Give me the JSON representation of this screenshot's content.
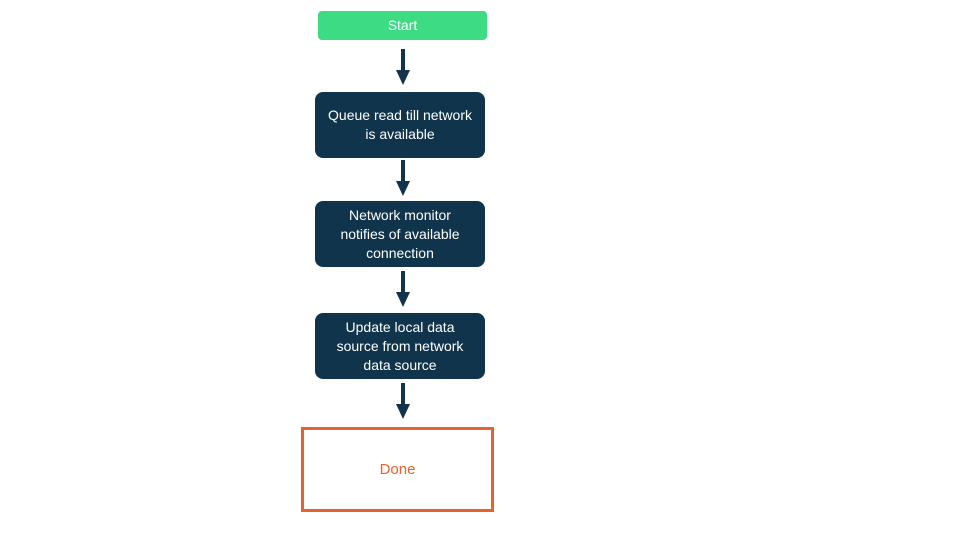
{
  "page": {
    "background": "#ffffff",
    "type": "flowchart"
  },
  "flowchart": {
    "direction": "top-to-bottom",
    "colors": {
      "green": "#3ddc84",
      "navy": "#10344b",
      "orange": "#e8622d",
      "white": "#ffffff"
    },
    "nodes": [
      {
        "id": "start",
        "type": "start-terminal",
        "label": "Start",
        "fill": "#3ddc84",
        "text_color": "#ffffff"
      },
      {
        "id": "step-1",
        "type": "process",
        "label": "Queue read till network is available",
        "fill": "#10344b",
        "text_color": "#ffffff"
      },
      {
        "id": "step-2",
        "type": "process",
        "label": "Network monitor notifies of available connection",
        "fill": "#10344b",
        "text_color": "#ffffff"
      },
      {
        "id": "step-3",
        "type": "process",
        "label": "Update local data source from network data source",
        "fill": "#10344b",
        "text_color": "#ffffff"
      },
      {
        "id": "done",
        "type": "end-terminal",
        "label": "Done",
        "fill": "#ffffff",
        "border_color": "#e8622d",
        "text_color": "#e8622d"
      }
    ],
    "connectors": [
      {
        "from": "start",
        "to": "step-1",
        "style": "arrow-down",
        "color": "#10344b"
      },
      {
        "from": "step-1",
        "to": "step-2",
        "style": "arrow-down",
        "color": "#10344b"
      },
      {
        "from": "step-2",
        "to": "step-3",
        "style": "arrow-down",
        "color": "#10344b"
      },
      {
        "from": "step-3",
        "to": "done",
        "style": "arrow-down",
        "color": "#10344b"
      }
    ]
  }
}
